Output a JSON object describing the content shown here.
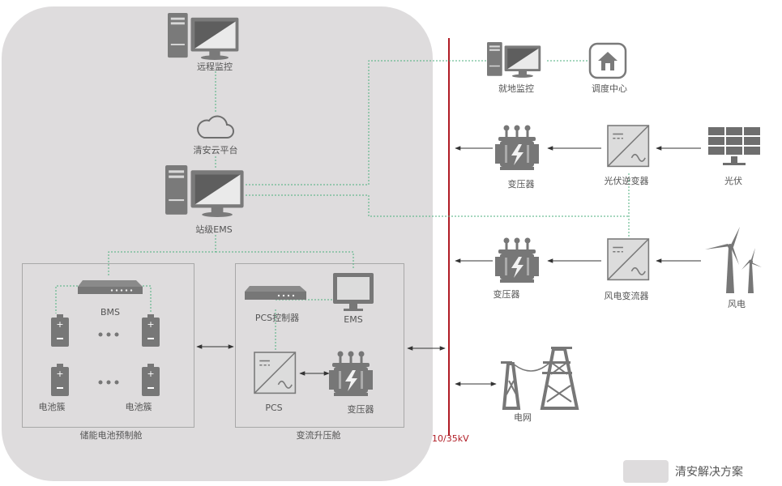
{
  "nodes": {
    "remote_monitor": "远程监控",
    "cloud_platform": "清安云平台",
    "station_ems": "站级EMS",
    "bms": "BMS",
    "battery_cluster_left": "电池簇",
    "battery_cluster_right": "电池簇",
    "battery_cabin": "储能电池预制舱",
    "pcs_controller": "PCS控制器",
    "ems": "EMS",
    "pcs": "PCS",
    "transformer_cabin": "变压器",
    "boost_cabin": "变流升压舱",
    "local_monitor": "就地监控",
    "dispatch_center": "调度中心",
    "transformer_pv": "变压器",
    "pv_inverter": "光伏逆变器",
    "pv": "光伏",
    "transformer_wind": "变压器",
    "wind_converter": "风电变流器",
    "wind": "风电",
    "grid": "电网"
  },
  "bus_label": "10/35kV",
  "legend": {
    "label": "清安解决方案"
  },
  "colors": {
    "solution_region": "#dedcdd",
    "bus": "#b01c25",
    "comm_line": "#4caf7d",
    "icon": "#6e6e6e",
    "text": "#555555"
  }
}
